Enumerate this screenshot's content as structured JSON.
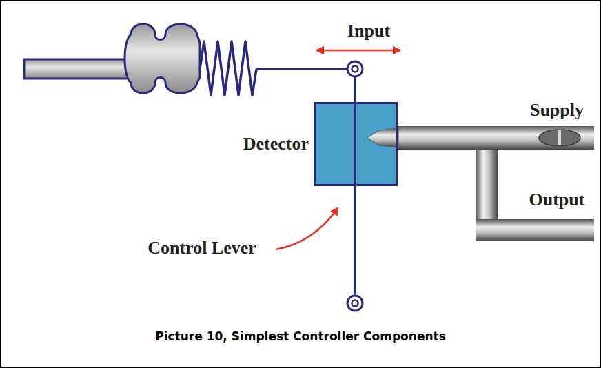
{
  "diagram": {
    "caption": "Picture 10, Simplest Controller Components",
    "nodes": [
      {
        "text": [
          "Detector"
        ]
      }
    ],
    "edges": [],
    "labels": [
      "Input",
      "Supply",
      "Output",
      "Control Lever"
    ]
  }
}
